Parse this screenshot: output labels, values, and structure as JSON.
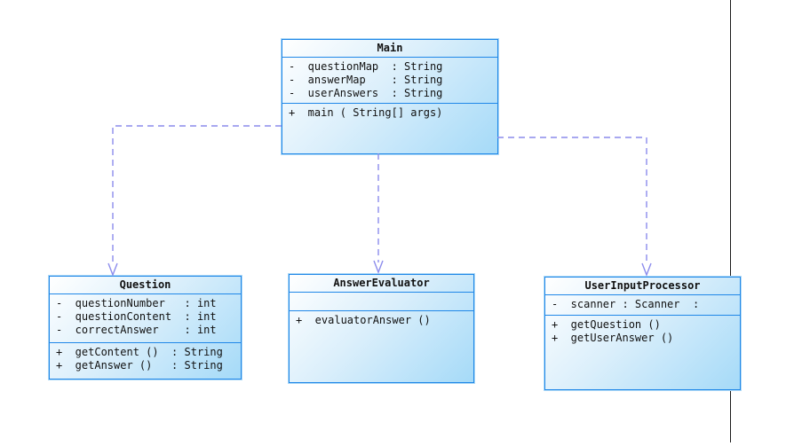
{
  "diagram": {
    "title": "class-diagram",
    "classes": [
      {
        "name": "Main",
        "attributes": [
          "-  questionMap  : String",
          "-  answerMap    : String",
          "-  userAnswers  : String"
        ],
        "methods": [
          "+  main ( String[] args)"
        ]
      },
      {
        "name": "Question",
        "attributes": [
          "-  questionNumber   : int",
          "-  questionContent  : int",
          "-  correctAnswer    : int"
        ],
        "methods": [
          "+  getContent ()  : String",
          "+  getAnswer ()   : String"
        ]
      },
      {
        "name": "AnswerEvaluator",
        "attributes": [],
        "methods": [
          "+  evaluatorAnswer ()"
        ]
      },
      {
        "name": "UserInputProcessor",
        "attributes": [
          "-  scanner : Scanner  :"
        ],
        "methods": [
          "+  getQuestion ()",
          "+  getUserAnswer ()"
        ]
      }
    ],
    "relations": [
      {
        "from": "Main",
        "to": "Question",
        "type": "dependency-dashed-arrow"
      },
      {
        "from": "Main",
        "to": "AnswerEvaluator",
        "type": "dependency-dashed-arrow"
      },
      {
        "from": "Main",
        "to": "UserInputProcessor",
        "type": "dependency-dashed-arrow"
      }
    ],
    "colors": {
      "box_border": "#1f87e8",
      "box_glow": "#aed9f6",
      "box_fill_start": "#ffffff",
      "box_fill_end": "#a5daf8",
      "arrow": "#8c8cec",
      "guide_line": "#1a1a1a",
      "text": "#111111"
    }
  }
}
